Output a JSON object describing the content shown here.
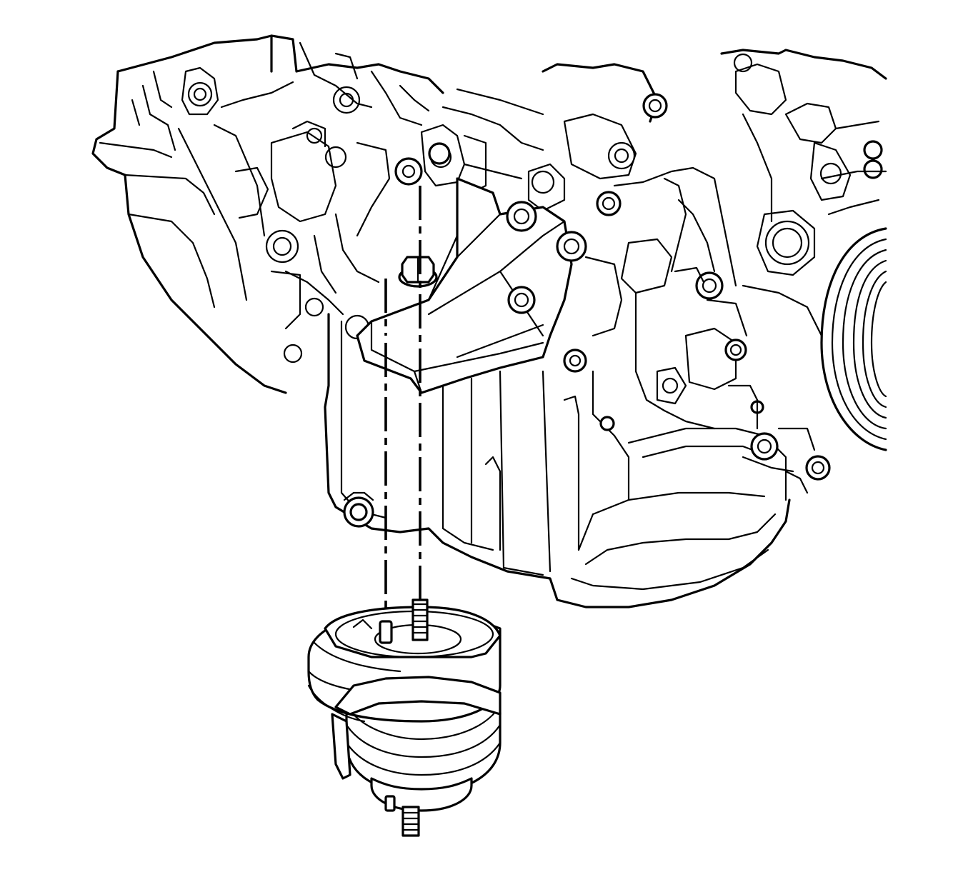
{
  "figure": {
    "parts": [
      {
        "id": "engine-block",
        "icon": "engine-block-lineart"
      },
      {
        "id": "oil-pan",
        "icon": "oil-pan-lineart"
      },
      {
        "id": "mount-bracket",
        "icon": "bracket-lineart"
      },
      {
        "id": "mount-nut",
        "icon": "hex-nut-icon"
      },
      {
        "id": "engine-mount",
        "icon": "engine-mount-lineart"
      },
      {
        "id": "crank-pulley",
        "icon": "pulley-lineart"
      }
    ],
    "colors": {
      "line": "#000000",
      "background": "#ffffff"
    }
  }
}
